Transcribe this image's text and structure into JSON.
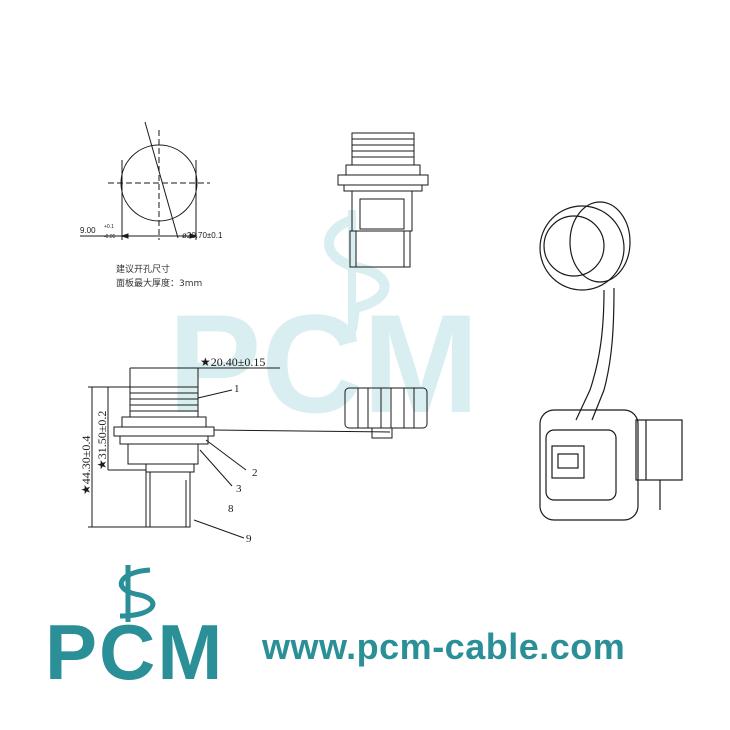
{
  "panel_cutout": {
    "width_dim": "9.00",
    "width_tol_upper": "+0.1",
    "width_tol_lower": "-0.05",
    "diameter_dim": "ø20.70±0.1",
    "note_line1": "建议开孔尺寸",
    "note_line2": "面板最大厚度：3mm"
  },
  "side_view": {
    "top_width_dim": "★20.40±0.15",
    "height_dim_1": "★31.50±0.2",
    "height_dim_2": "★44.30±0.4",
    "callouts": [
      "1",
      "2",
      "3",
      "8",
      "9"
    ]
  },
  "watermark": {
    "text": "PCM"
  },
  "footer": {
    "logo_text": "PCM",
    "url": "www.pcm-cable.com"
  },
  "colors": {
    "brand": "#2a8f96",
    "watermark": "#d4ecee",
    "line": "#1a1a1a"
  }
}
